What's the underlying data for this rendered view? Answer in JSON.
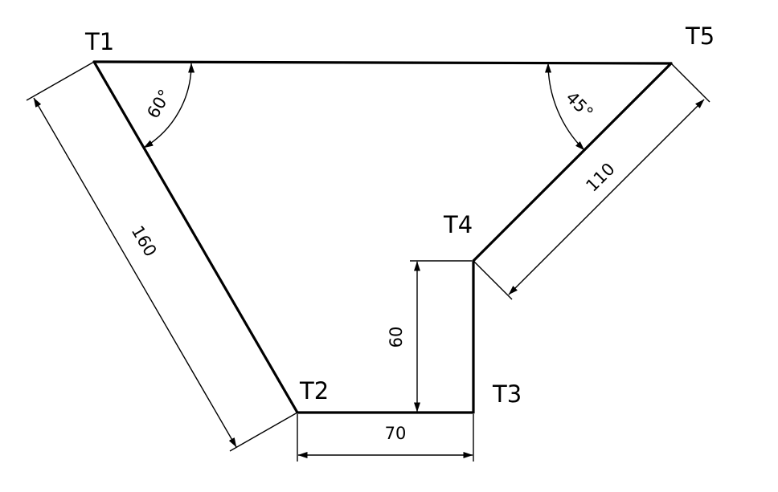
{
  "points": {
    "t1": "T1",
    "t2": "T2",
    "t3": "T3",
    "t4": "T4",
    "t5": "T5"
  },
  "dimensions": {
    "t1_t2_length": "160",
    "t2_t3_length": "70",
    "t3_t4_length": "60",
    "t4_t5_length": "110",
    "angle_t1": "60°",
    "angle_t5": "45°"
  }
}
